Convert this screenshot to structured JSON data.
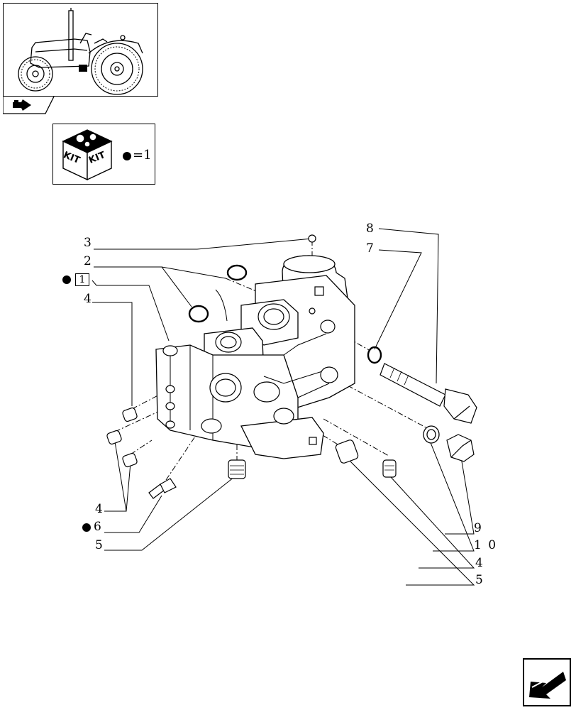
{
  "kit_legend": {
    "left_word": "KIT",
    "right_word": "KIT",
    "equals_text": "=1"
  },
  "callouts": {
    "c8": "8",
    "c3": "3",
    "c7": "7",
    "c2": "2",
    "c1": "1",
    "c4a": "4",
    "c4b": "4",
    "c6": "6",
    "c5a": "5",
    "c9": "9",
    "c10": "1 0",
    "c4c": "4",
    "c5b": "5"
  },
  "icons": [
    "tractor-thumbnail",
    "kit-box-icon",
    "navigation-arrow-icon",
    "section-arrow-icon"
  ],
  "colors": {
    "ink": "#000000",
    "paper": "#ffffff"
  }
}
